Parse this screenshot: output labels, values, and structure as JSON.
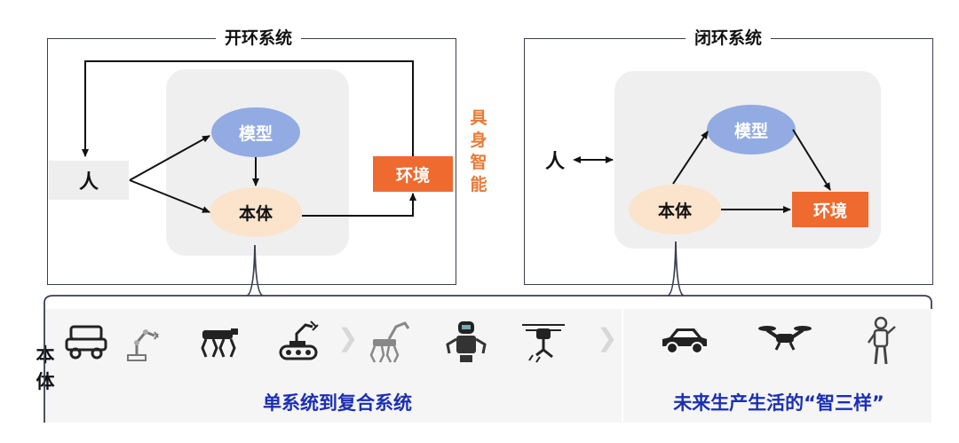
{
  "open_loop": {
    "title": "开环系统",
    "person": "人",
    "model": "模型",
    "body": "本体",
    "environment": "环境"
  },
  "closed_loop": {
    "title": "闭环系统",
    "person": "人",
    "model": "模型",
    "body": "本体",
    "environment": "环境"
  },
  "center_label": [
    "具",
    "身",
    "智",
    "能"
  ],
  "bottom": {
    "side_label": [
      "本",
      "体"
    ],
    "left_caption": "单系统到复合系统",
    "right_caption": "未来生产生活的“智三样”"
  },
  "icons": {
    "left_group": [
      "vehicle-robot-icon",
      "robot-arm-icon",
      "robot-dog-icon",
      "tracked-robot-icon",
      "chevron-right-icon",
      "quadruped-arm-robot-icon",
      "humanoid-upper-body-icon",
      "drone-with-arm-icon",
      "chevron-right-icon"
    ],
    "right_group": [
      "car-icon",
      "drone-icon",
      "humanoid-robot-icon"
    ]
  },
  "colors": {
    "model": "#92abe2",
    "body": "#fbe3cc",
    "environment": "#ee6a2e",
    "caption": "#1b2fb3",
    "embodied_label": "#e87a35"
  }
}
